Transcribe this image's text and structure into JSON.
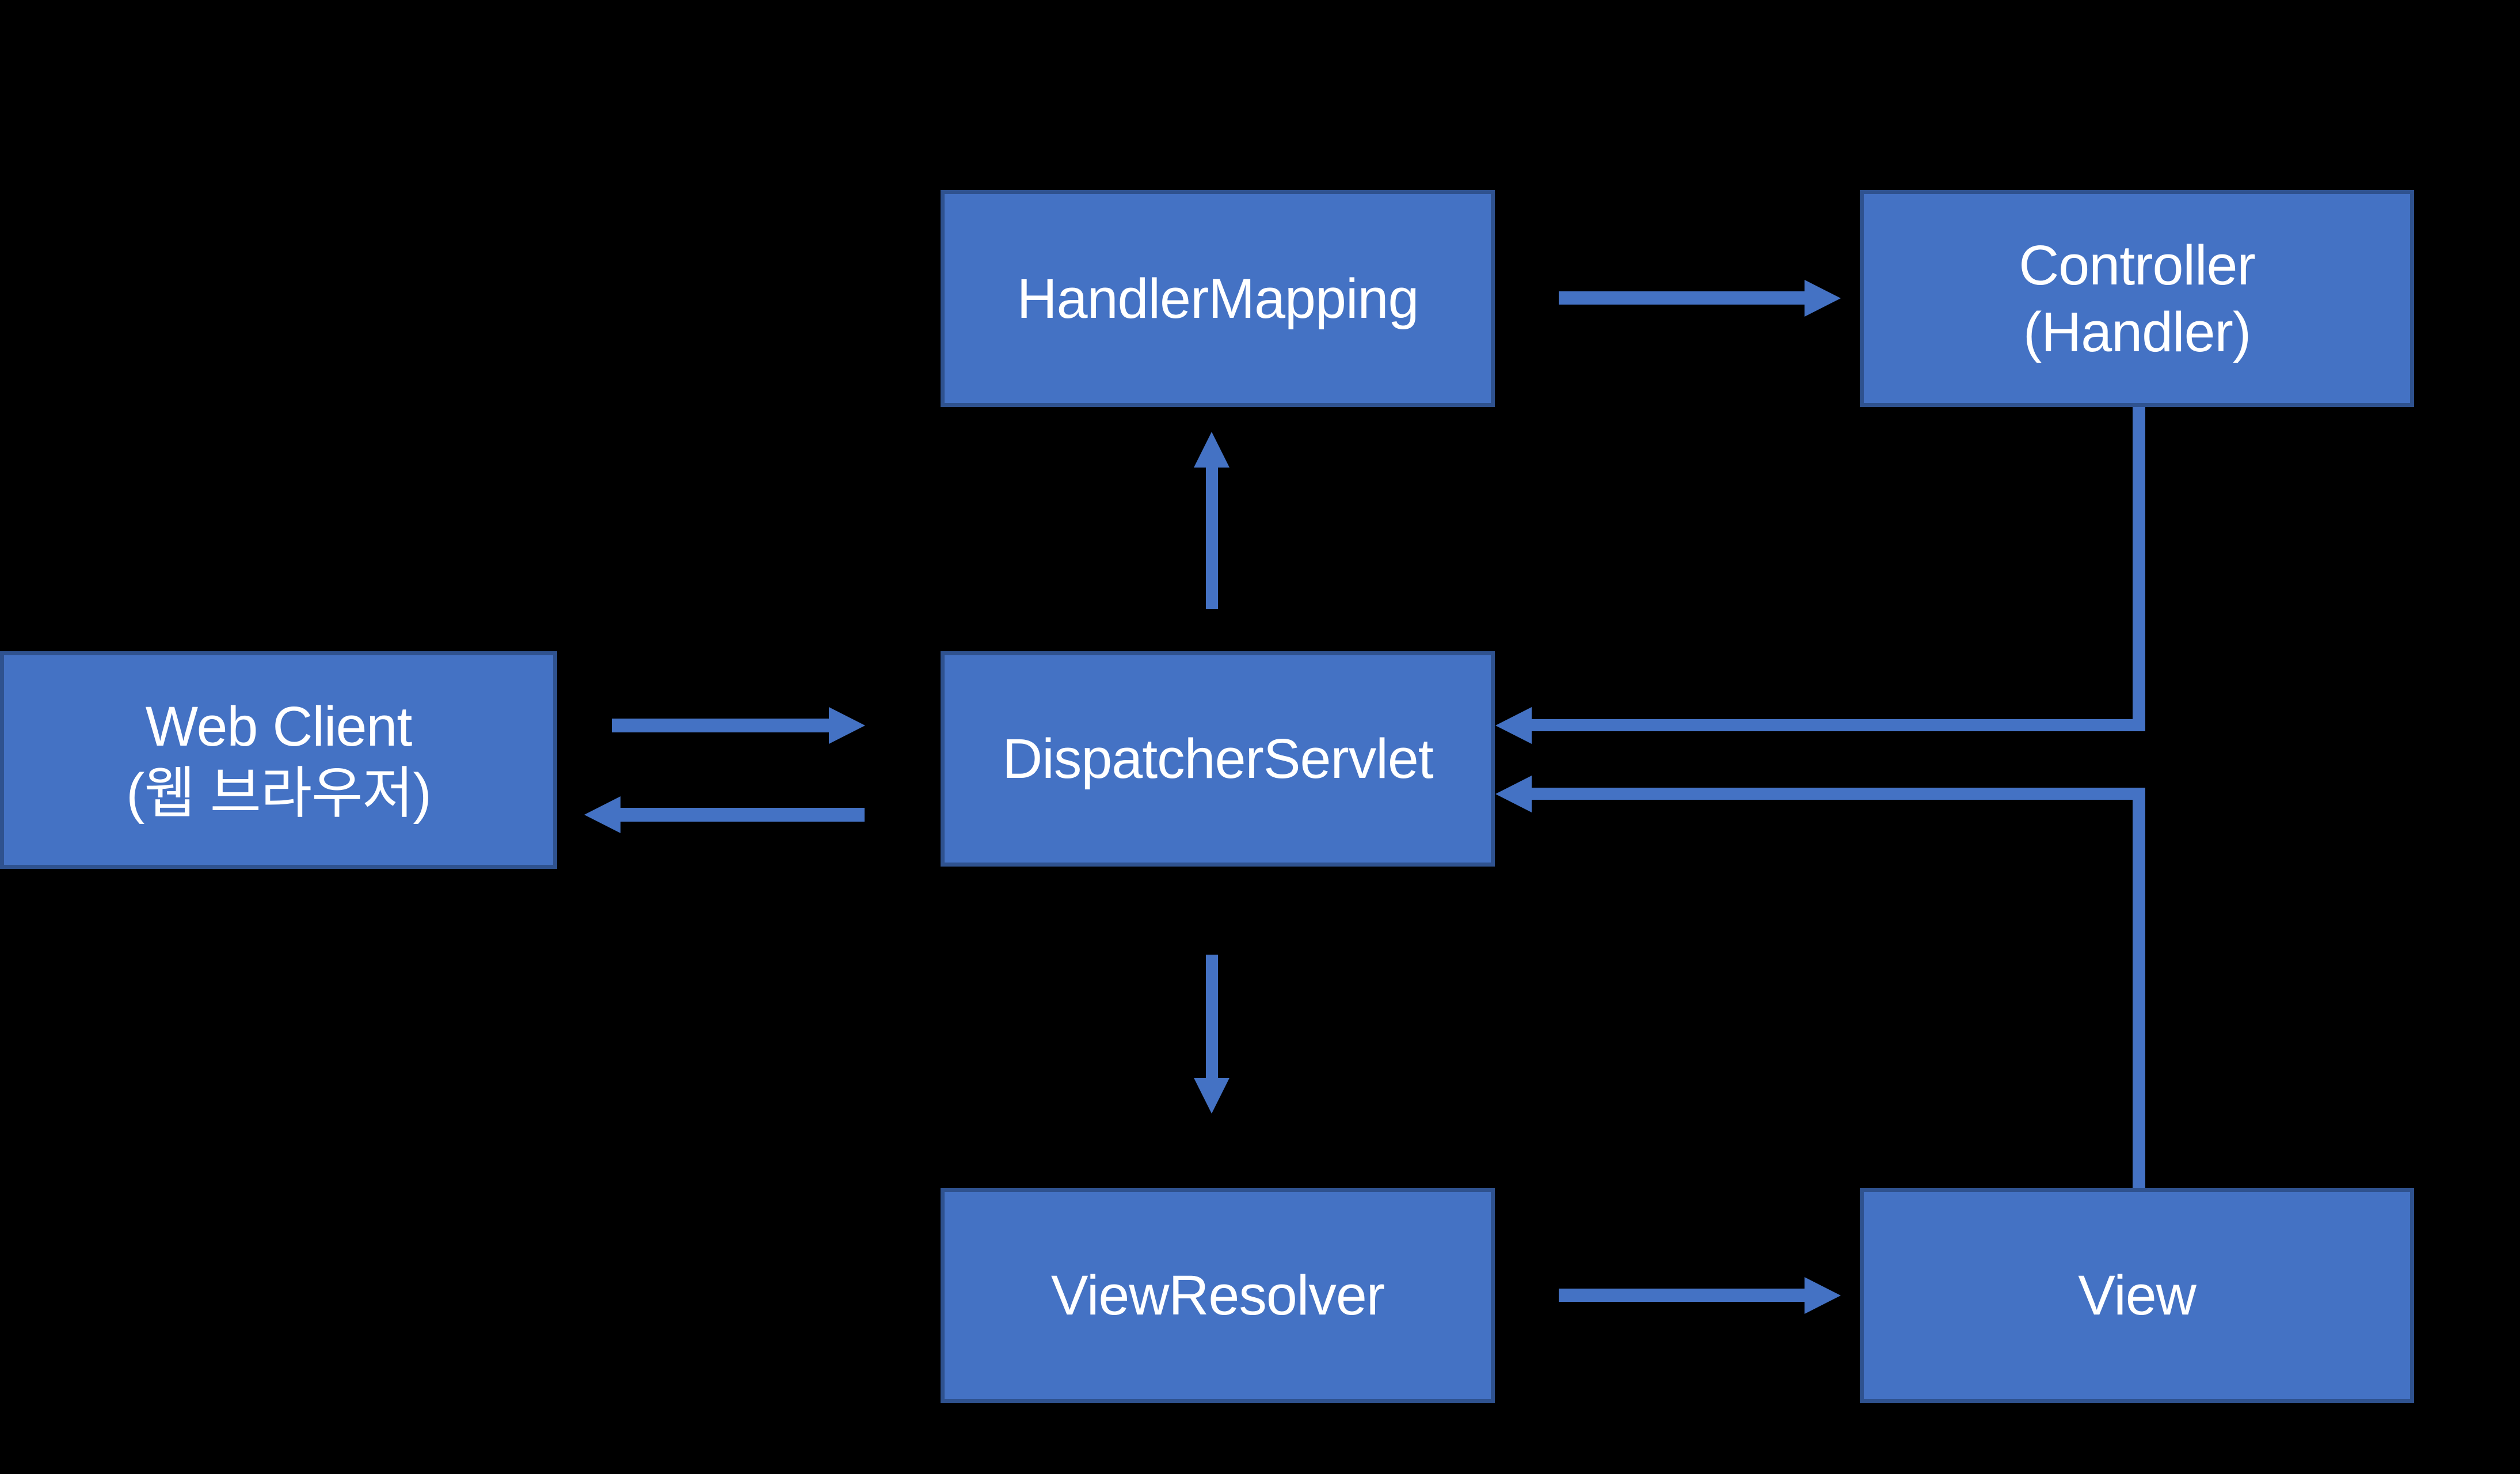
{
  "colors": {
    "background": "#000000",
    "node_fill": "#4472C4",
    "node_border": "#2F528F",
    "arrow": "#4472C4",
    "text": "#FFFFFF"
  },
  "diagram": {
    "type": "flow-diagram",
    "topic": "Spring MVC request flow",
    "nodes": {
      "handler_mapping": {
        "label": "HandlerMapping"
      },
      "controller": {
        "line1": "Controller",
        "line2": "(Handler)"
      },
      "web_client": {
        "line1": "Web Client",
        "line2": "(웹 브라우저)"
      },
      "dispatcher_servlet": {
        "label": "DispatcherServlet"
      },
      "view_resolver": {
        "label": "ViewResolver"
      },
      "view": {
        "label": "View"
      }
    },
    "edges": [
      {
        "from": "web_client",
        "to": "dispatcher_servlet",
        "shape": "straight-right-arrow"
      },
      {
        "from": "dispatcher_servlet",
        "to": "web_client",
        "shape": "straight-left-arrow"
      },
      {
        "from": "dispatcher_servlet",
        "to": "handler_mapping",
        "shape": "straight-up-arrow"
      },
      {
        "from": "handler_mapping",
        "to": "controller",
        "shape": "straight-right-arrow"
      },
      {
        "from": "controller",
        "to": "dispatcher_servlet",
        "shape": "elbow-down-then-left-arrow"
      },
      {
        "from": "dispatcher_servlet",
        "to": "view_resolver",
        "shape": "straight-down-arrow"
      },
      {
        "from": "view_resolver",
        "to": "view",
        "shape": "straight-right-arrow"
      },
      {
        "from": "view",
        "to": "dispatcher_servlet",
        "shape": "elbow-up-then-left-arrow"
      }
    ]
  }
}
